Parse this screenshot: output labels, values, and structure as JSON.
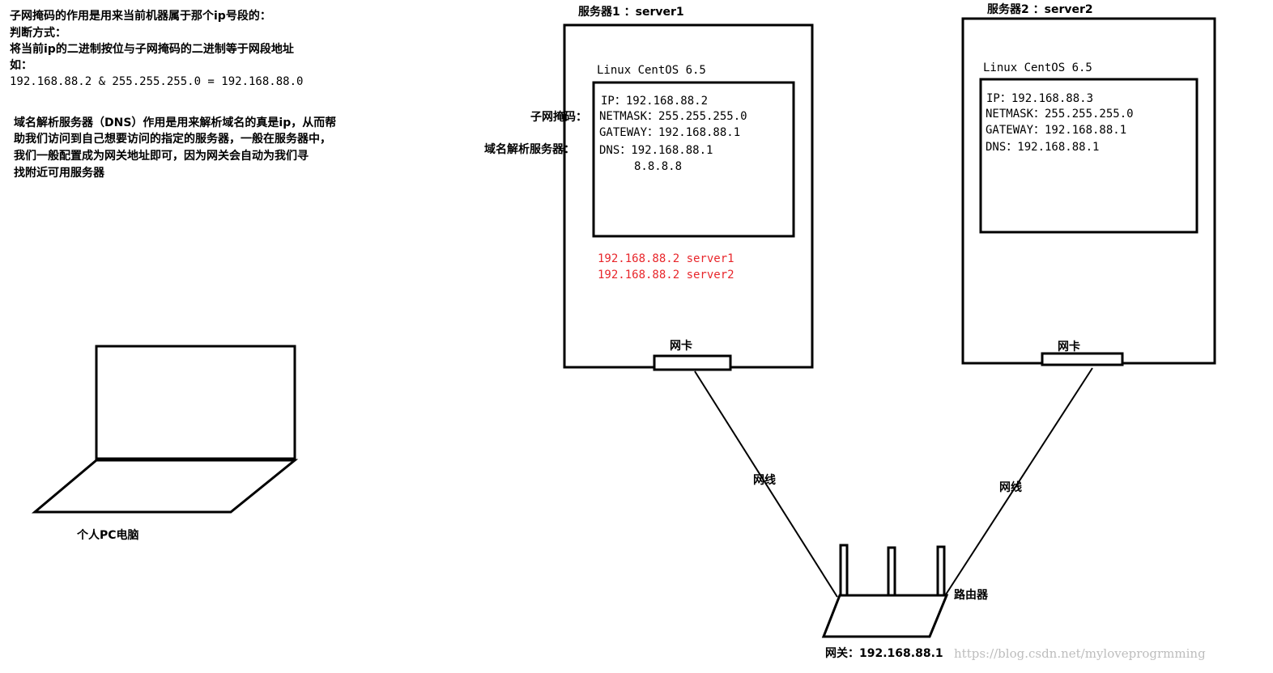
{
  "notes": {
    "subnet": [
      "子网掩码的作用是用来当前机器属于那个ip号段的：",
      "判断方式：",
      "将当前ip的二进制按位与子网掩码的二进制等于网段地址",
      "如：",
      "192.168.88.2 & 255.255.255.0 = 192.168.88.0"
    ],
    "dns": [
      "域名解析服务器（DNS）作用是用来解析域名的真是ip，从而帮",
      "助我们访问到自己想要访问的指定的服务器，一般在服务器中，",
      "我们一般配置成为网关地址即可，因为网关会自动为我们寻",
      "找附近可用服务器"
    ]
  },
  "server1": {
    "title": "服务器1 ：server1",
    "os": "Linux CentOS 6.5",
    "label_subnet": "子网掩码：",
    "label_dns": "域名解析服务器：",
    "ip": "IP：192.168.88.2",
    "netmask": "NETMASK：255.255.255.0",
    "gateway": "GATEWAY：192.168.88.1",
    "dns": "DNS：192.168.88.1",
    "dns2": "8.8.8.8",
    "hosts": [
      "192.168.88.2 server1",
      "192.168.88.2 server2"
    ],
    "nic": "网卡"
  },
  "server2": {
    "title": "服务器2 ：server2",
    "os": "Linux CentOS 6.5",
    "ip": "IP：192.168.88.3",
    "netmask": "NETMASK：255.255.255.0",
    "gateway": "GATEWAY：192.168.88.1",
    "dns": "DNS：192.168.88.1",
    "nic": "网卡"
  },
  "cable": {
    "left": "网线",
    "right": "网线"
  },
  "router": {
    "label": "路由器",
    "gateway": "网关：192.168.88.1"
  },
  "pc": {
    "label": "个人PC电脑"
  },
  "watermark": "https://blog.csdn.net/myloveprogrmming",
  "colors": {
    "hosts_text": "#e8262b",
    "stroke": "#000000",
    "watermark": "#bdbdbd"
  }
}
